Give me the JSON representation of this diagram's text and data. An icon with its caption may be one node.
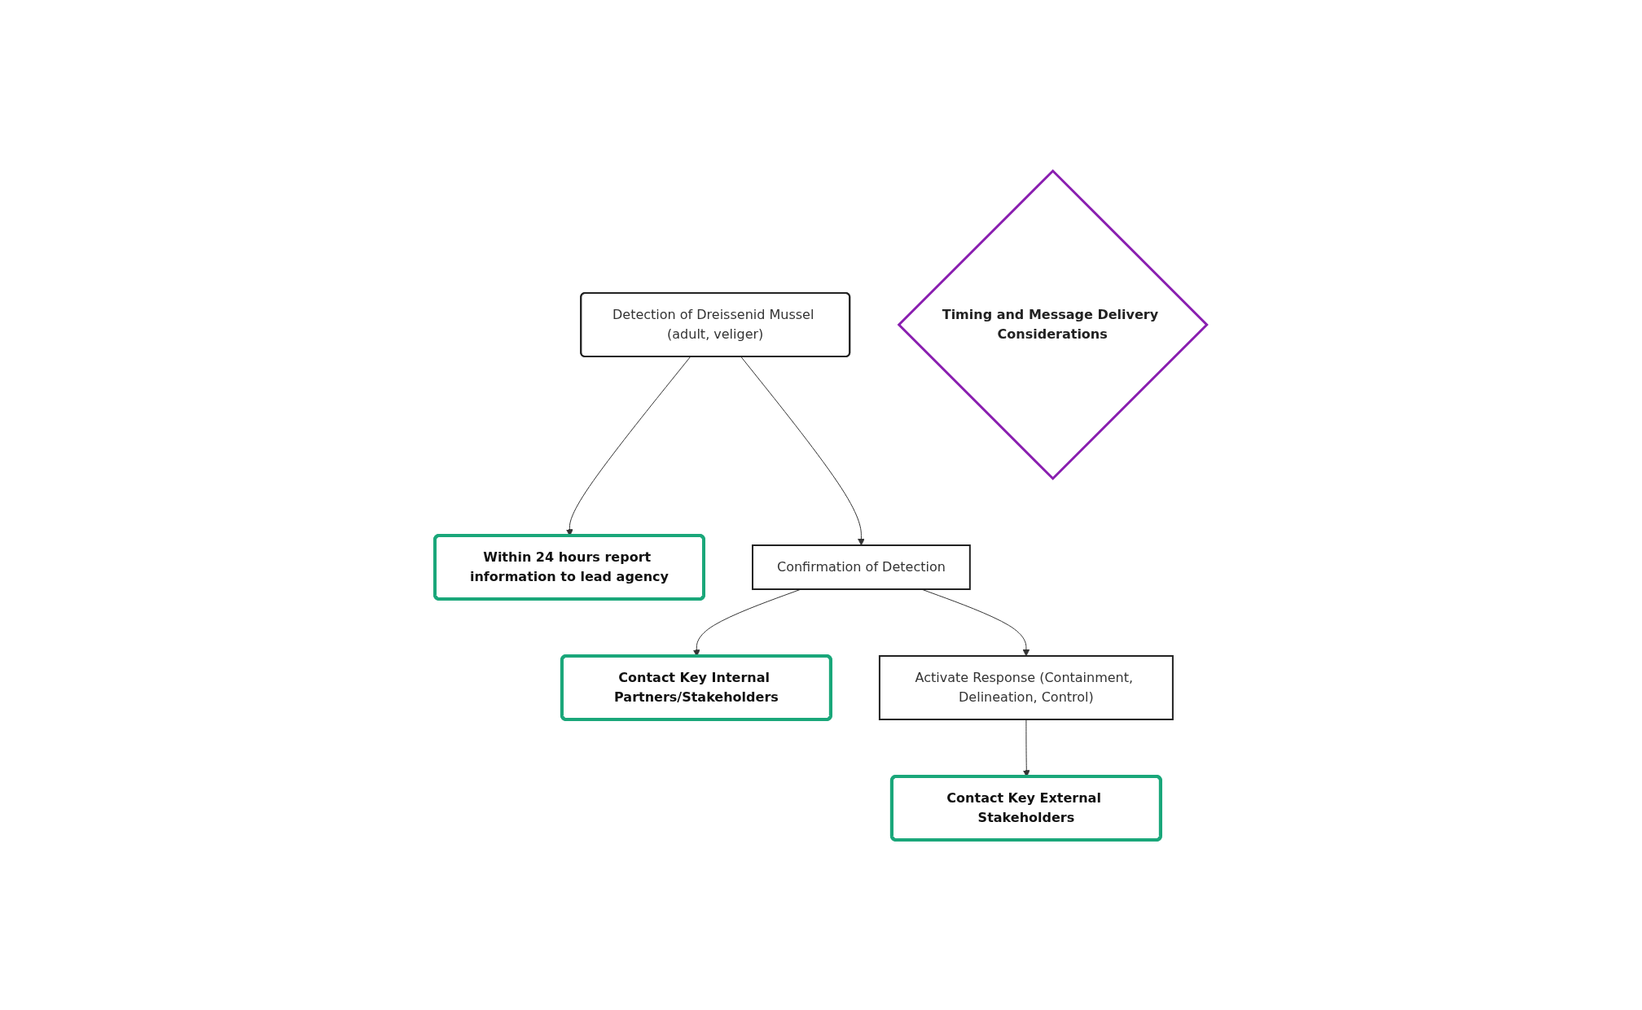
{
  "diagram": {
    "nodes": [
      {
        "text": [
          "Detection of Dreissenid Mussel (adult, veliger)"
        ]
      },
      {
        "text": [
          "Within 24 hours report information to lead agency"
        ]
      },
      {
        "text": [
          "Confirmation of Detection"
        ]
      },
      {
        "text": [
          "Contact Key Internal Partners/Stakeholders"
        ]
      },
      {
        "text": [
          "Timing and Message Delivery Considerations"
        ]
      },
      {
        "text": [
          "Activate Response (Containment, Delineation, Control)"
        ]
      },
      {
        "text": [
          "Contact Key External Stakeholders"
        ]
      }
    ],
    "edges": [
      {
        "from": 0,
        "to": 1,
        "arrow": "to"
      },
      {
        "from": 0,
        "to": 2,
        "arrow": "to"
      },
      {
        "from": 2,
        "to": 3,
        "arrow": "to"
      },
      {
        "from": 2,
        "to": 5,
        "arrow": "to"
      },
      {
        "from": 5,
        "to": 6,
        "arrow": "to"
      }
    ]
  }
}
